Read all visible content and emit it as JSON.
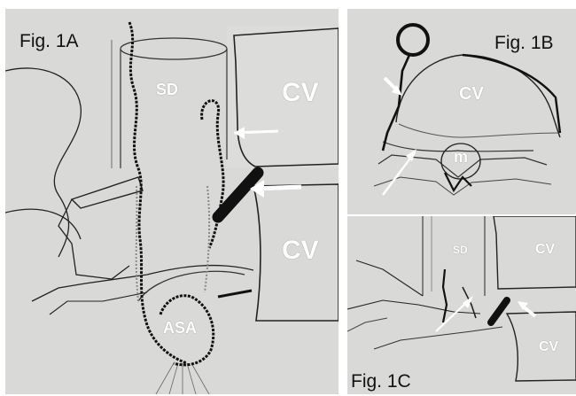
{
  "panels": {
    "a": {
      "label": "Fig. 1A",
      "sd": "SD",
      "cv_upper": "CV",
      "cv_lower": "CV",
      "asa": "ASA"
    },
    "b": {
      "label": "Fig. 1B",
      "cv": "CV",
      "m": "m"
    },
    "c": {
      "label": "Fig. 1C",
      "sd": "SD",
      "cv_upper": "CV",
      "cv_lower": "CV"
    }
  },
  "colors": {
    "panel_background": "#d9d9d7",
    "line_art": "#222222",
    "vessel": "#111111",
    "arrow": "#ffffff",
    "annotation_text": "#ffffff"
  }
}
